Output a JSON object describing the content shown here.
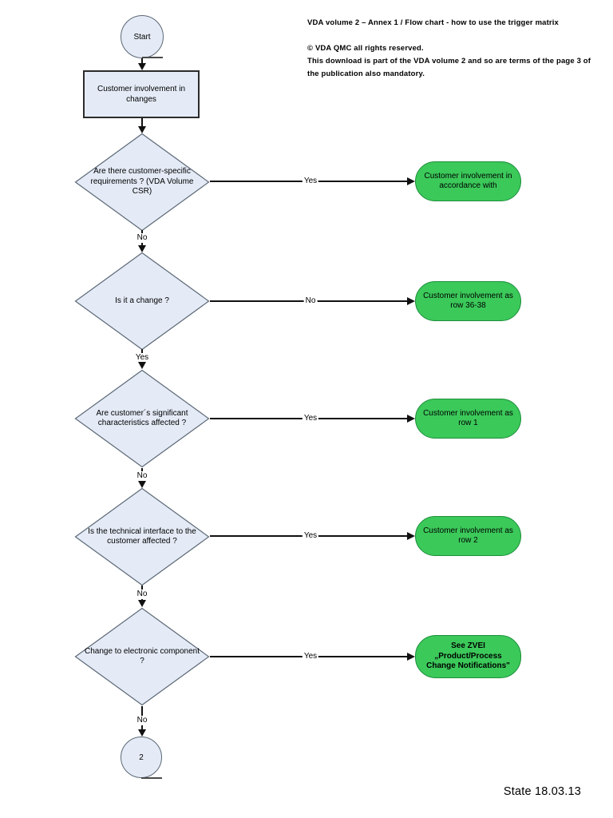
{
  "header": {
    "title": "VDA volume 2 – Annex 1 / Flow chart -  how to use the trigger matrix",
    "copyright": "©  VDA QMC all rights reserved.",
    "notice_line1": "This download is part of the VDA volume 2 and so are terms of the page 3 of",
    "notice_line2": "the publication also mandatory."
  },
  "footer": {
    "state": "State 18.03.13"
  },
  "flowchart": {
    "start_label": "Start",
    "process_label": "Customer involvement in changes",
    "decisions": [
      {
        "question": "Are there customer-specific requirements ? (VDA Volume CSR)",
        "branch_label": "Yes",
        "next_label": "No",
        "result": "Customer involvement in accordance with"
      },
      {
        "question": "Is it a change ?",
        "branch_label": "No",
        "next_label": "Yes",
        "result": "Customer involvement as row 36-38"
      },
      {
        "question": "Are customer´s significant characteristics affected ?",
        "branch_label": "Yes",
        "next_label": "No",
        "result": "Customer involvement as row 1"
      },
      {
        "question": "Is the technical interface to the customer affected ?",
        "branch_label": "Yes",
        "next_label": "No",
        "result": "Customer involvement as row 2"
      },
      {
        "question": "Change to electronic component ?",
        "branch_label": "Yes",
        "next_label": "No",
        "result": "See ZVEI „Product/Process Change Notifications\""
      }
    ],
    "end_label": "2"
  },
  "colors": {
    "node_fill": "#e4ebf6",
    "node_border": "#5c6876",
    "process_border": "#2b2b2b",
    "result_fill": "#3bc95a",
    "result_border": "#1d8f3d",
    "line": "#111111"
  }
}
